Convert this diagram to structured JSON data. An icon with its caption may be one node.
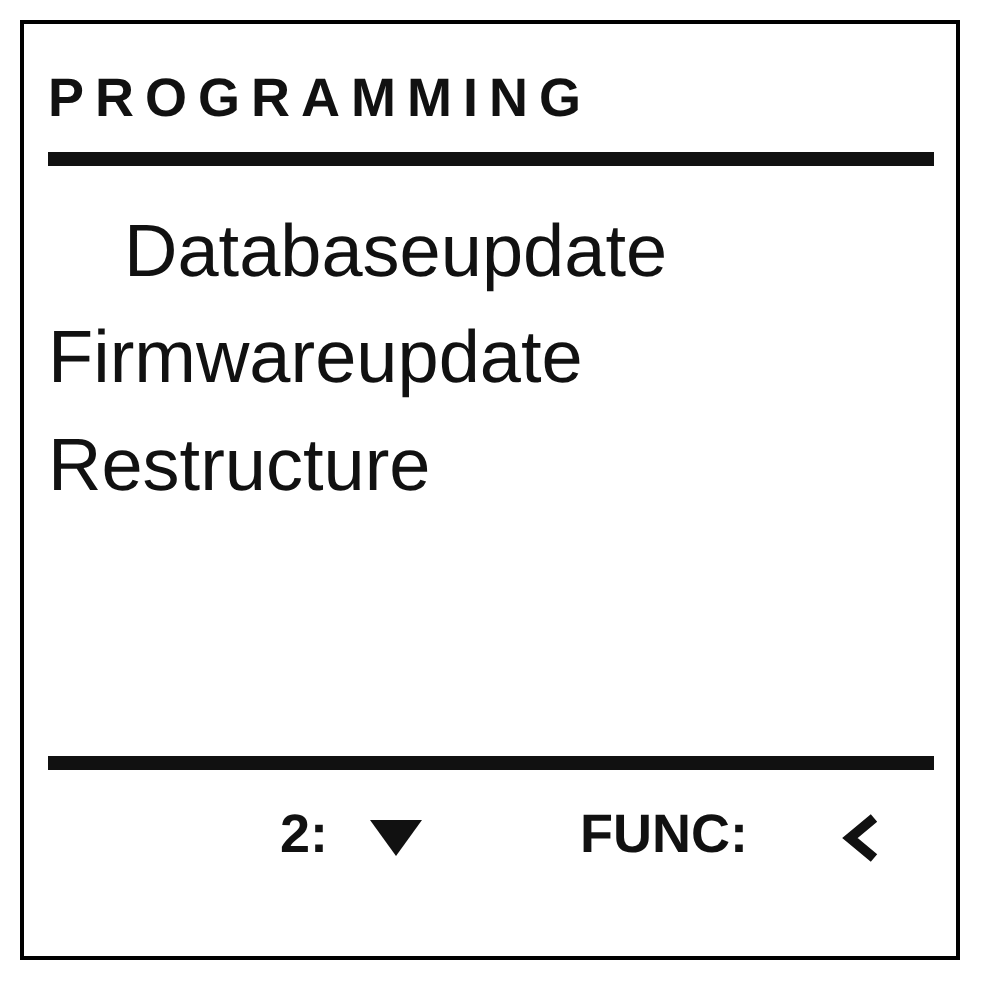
{
  "diagram": {
    "title": "PROGRAMMING",
    "labels": [
      "Databaseupdate",
      "Firmwareupdate",
      "Restructure",
      "2:",
      "FUNC:"
    ]
  }
}
